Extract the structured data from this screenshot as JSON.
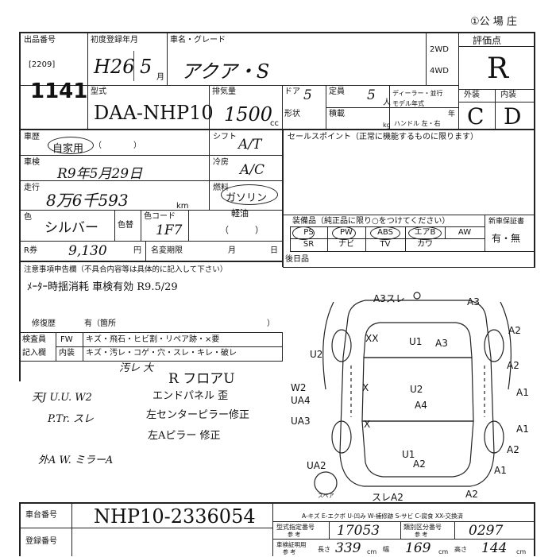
{
  "corner": "①公 場 庄",
  "lot": {
    "label": "出品番号",
    "session": "[2209]",
    "number": "1141"
  },
  "first_reg": {
    "label": "初度登録年月",
    "era": "H26",
    "month": "5",
    "month_unit": "月"
  },
  "car": {
    "label": "車名・グレード",
    "value": "アクア・S"
  },
  "drive": {
    "opt1": "2WD",
    "opt2": "4WD"
  },
  "grade": {
    "label": "評価点",
    "value": "R",
    "ext_label": "外装",
    "int_label": "内装",
    "ext": "C",
    "int": "D"
  },
  "model": {
    "label": "型式",
    "value": "DAA-NHP10"
  },
  "displacement": {
    "label": "排気量",
    "value": "1500",
    "unit": "cc"
  },
  "doors": {
    "label": "ドア",
    "value": "5"
  },
  "capacity": {
    "label": "定員",
    "value": "5",
    "unit": "人"
  },
  "shape": {
    "label": "形状"
  },
  "load": {
    "label": "積載",
    "unit": "kg"
  },
  "dealer": {
    "label1": "ディーラー・並行",
    "label2": "モデル年式",
    "year_unit": "年",
    "handle": "ハンドル 左・右"
  },
  "usage": {
    "label": "車歴",
    "value": "自家用",
    "paren": "（　　　　）"
  },
  "shift": {
    "label": "シフト",
    "value": "A/T"
  },
  "inspection": {
    "label": "車検",
    "value": "R9年5月29日"
  },
  "aircon": {
    "label": "冷房",
    "value": "A/C"
  },
  "mileage": {
    "label": "走行",
    "value": "8万6千593",
    "unit": "km"
  },
  "fuel": {
    "label": "燃料",
    "value": "ガソリン",
    "opt": "軽油"
  },
  "color": {
    "label": "色",
    "value": "シルバー",
    "swatch_label": "色替",
    "code_label": "色コード",
    "code": "1F7"
  },
  "recycle": {
    "label": "R券",
    "value": "9,130",
    "unit": "円"
  },
  "name_change": {
    "label": "名変期限",
    "month": "月",
    "day": "日"
  },
  "sales_point": {
    "label": "セールスポイント（正常に機能するものに限ります）"
  },
  "equipment": {
    "label": "装備品（純正品に限り○をつけてください）",
    "row1": [
      "PS",
      "PW",
      "ABS",
      "エアB",
      "AW"
    ],
    "row2": [
      "SR",
      "ナビ",
      "TV",
      "カワ"
    ]
  },
  "warranty": {
    "label": "新車保証書",
    "value": "有・無"
  },
  "rear_seat": {
    "label": "後日品"
  },
  "notes": {
    "label": "注意事項申告欄（不具合内容等は具体的に記入して下さい）",
    "value": "ﾒｰﾀｰ時揺消耗 車検有効 R9.5/29"
  },
  "repair": {
    "label": "修復歴",
    "value": "有（箇所",
    "close": "）"
  },
  "inspector": {
    "label1": "検査員",
    "label2": "記入欄",
    "row1_head": "FW",
    "row1": "キズ・飛石・ヒビ割・リペア跡・×要",
    "row2_head": "内装",
    "row2": "キズ・汚レ・コゲ・穴・スレ・キレ・破レ"
  },
  "handwriting": [
    "汚レ 大",
    "R フロアU",
    "エンドパネル 歪",
    "左センターピラー修正",
    "左Aピラー 修正",
    "天J U.U. W2",
    "P.Tr. スレ",
    "外A W. ミラーA"
  ],
  "diagram": {
    "marks": [
      "A3スレ",
      "A3",
      "A2",
      "XX",
      "U1",
      "A3",
      "U2",
      "A2",
      "A1",
      "X",
      "W2",
      "UA4",
      "U2",
      "A4",
      "UA3",
      "X",
      "A1",
      "A2",
      "UA2",
      "U1",
      "A2",
      "A1",
      "スペア",
      "スレA2",
      "A2"
    ]
  },
  "legend": "A-キズ E-エクボ U-凹み W-補修跡 S-サビ C-腐食 XX-交換済",
  "chassis": {
    "label": "車台番号",
    "value": "NHP10-2336054"
  },
  "registration": {
    "label": "登録番号"
  },
  "spec": {
    "type_label": "型式指定番号",
    "type_value": "17053",
    "class_label": "類別区分番号",
    "class_value": "0297",
    "ref": "参 考",
    "cert_label": "車検証明用",
    "length_label": "長さ",
    "length": "339",
    "width_label": "幅",
    "width": "169",
    "height_label": "高さ",
    "height": "144",
    "unit": "cm"
  }
}
